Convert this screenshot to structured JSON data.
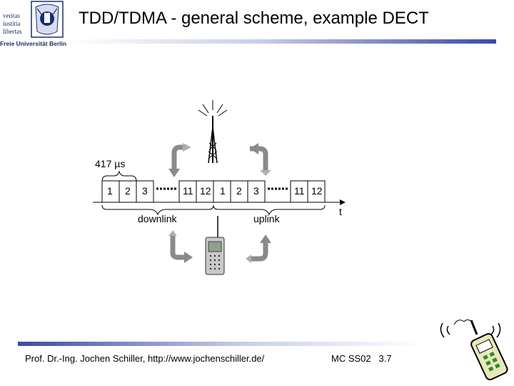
{
  "header": {
    "logo_motto": [
      "veritas",
      "iustitia",
      "libertas"
    ],
    "university": "Freie Universität Berlin",
    "title": "TDD/TDMA - general scheme, example DECT"
  },
  "diagram": {
    "slot_duration": "417 µs",
    "slots_downlink": [
      "1",
      "2",
      "3",
      "11",
      "12"
    ],
    "slots_uplink": [
      "1",
      "2",
      "3",
      "11",
      "12"
    ],
    "downlink_label": "downlink",
    "uplink_label": "uplink",
    "time_label": "t"
  },
  "footer": {
    "author": "Prof. Dr.-Ing. Jochen Schiller, http://www.jochenschiller.de/",
    "course": "MC SS02",
    "page": "3.7"
  }
}
